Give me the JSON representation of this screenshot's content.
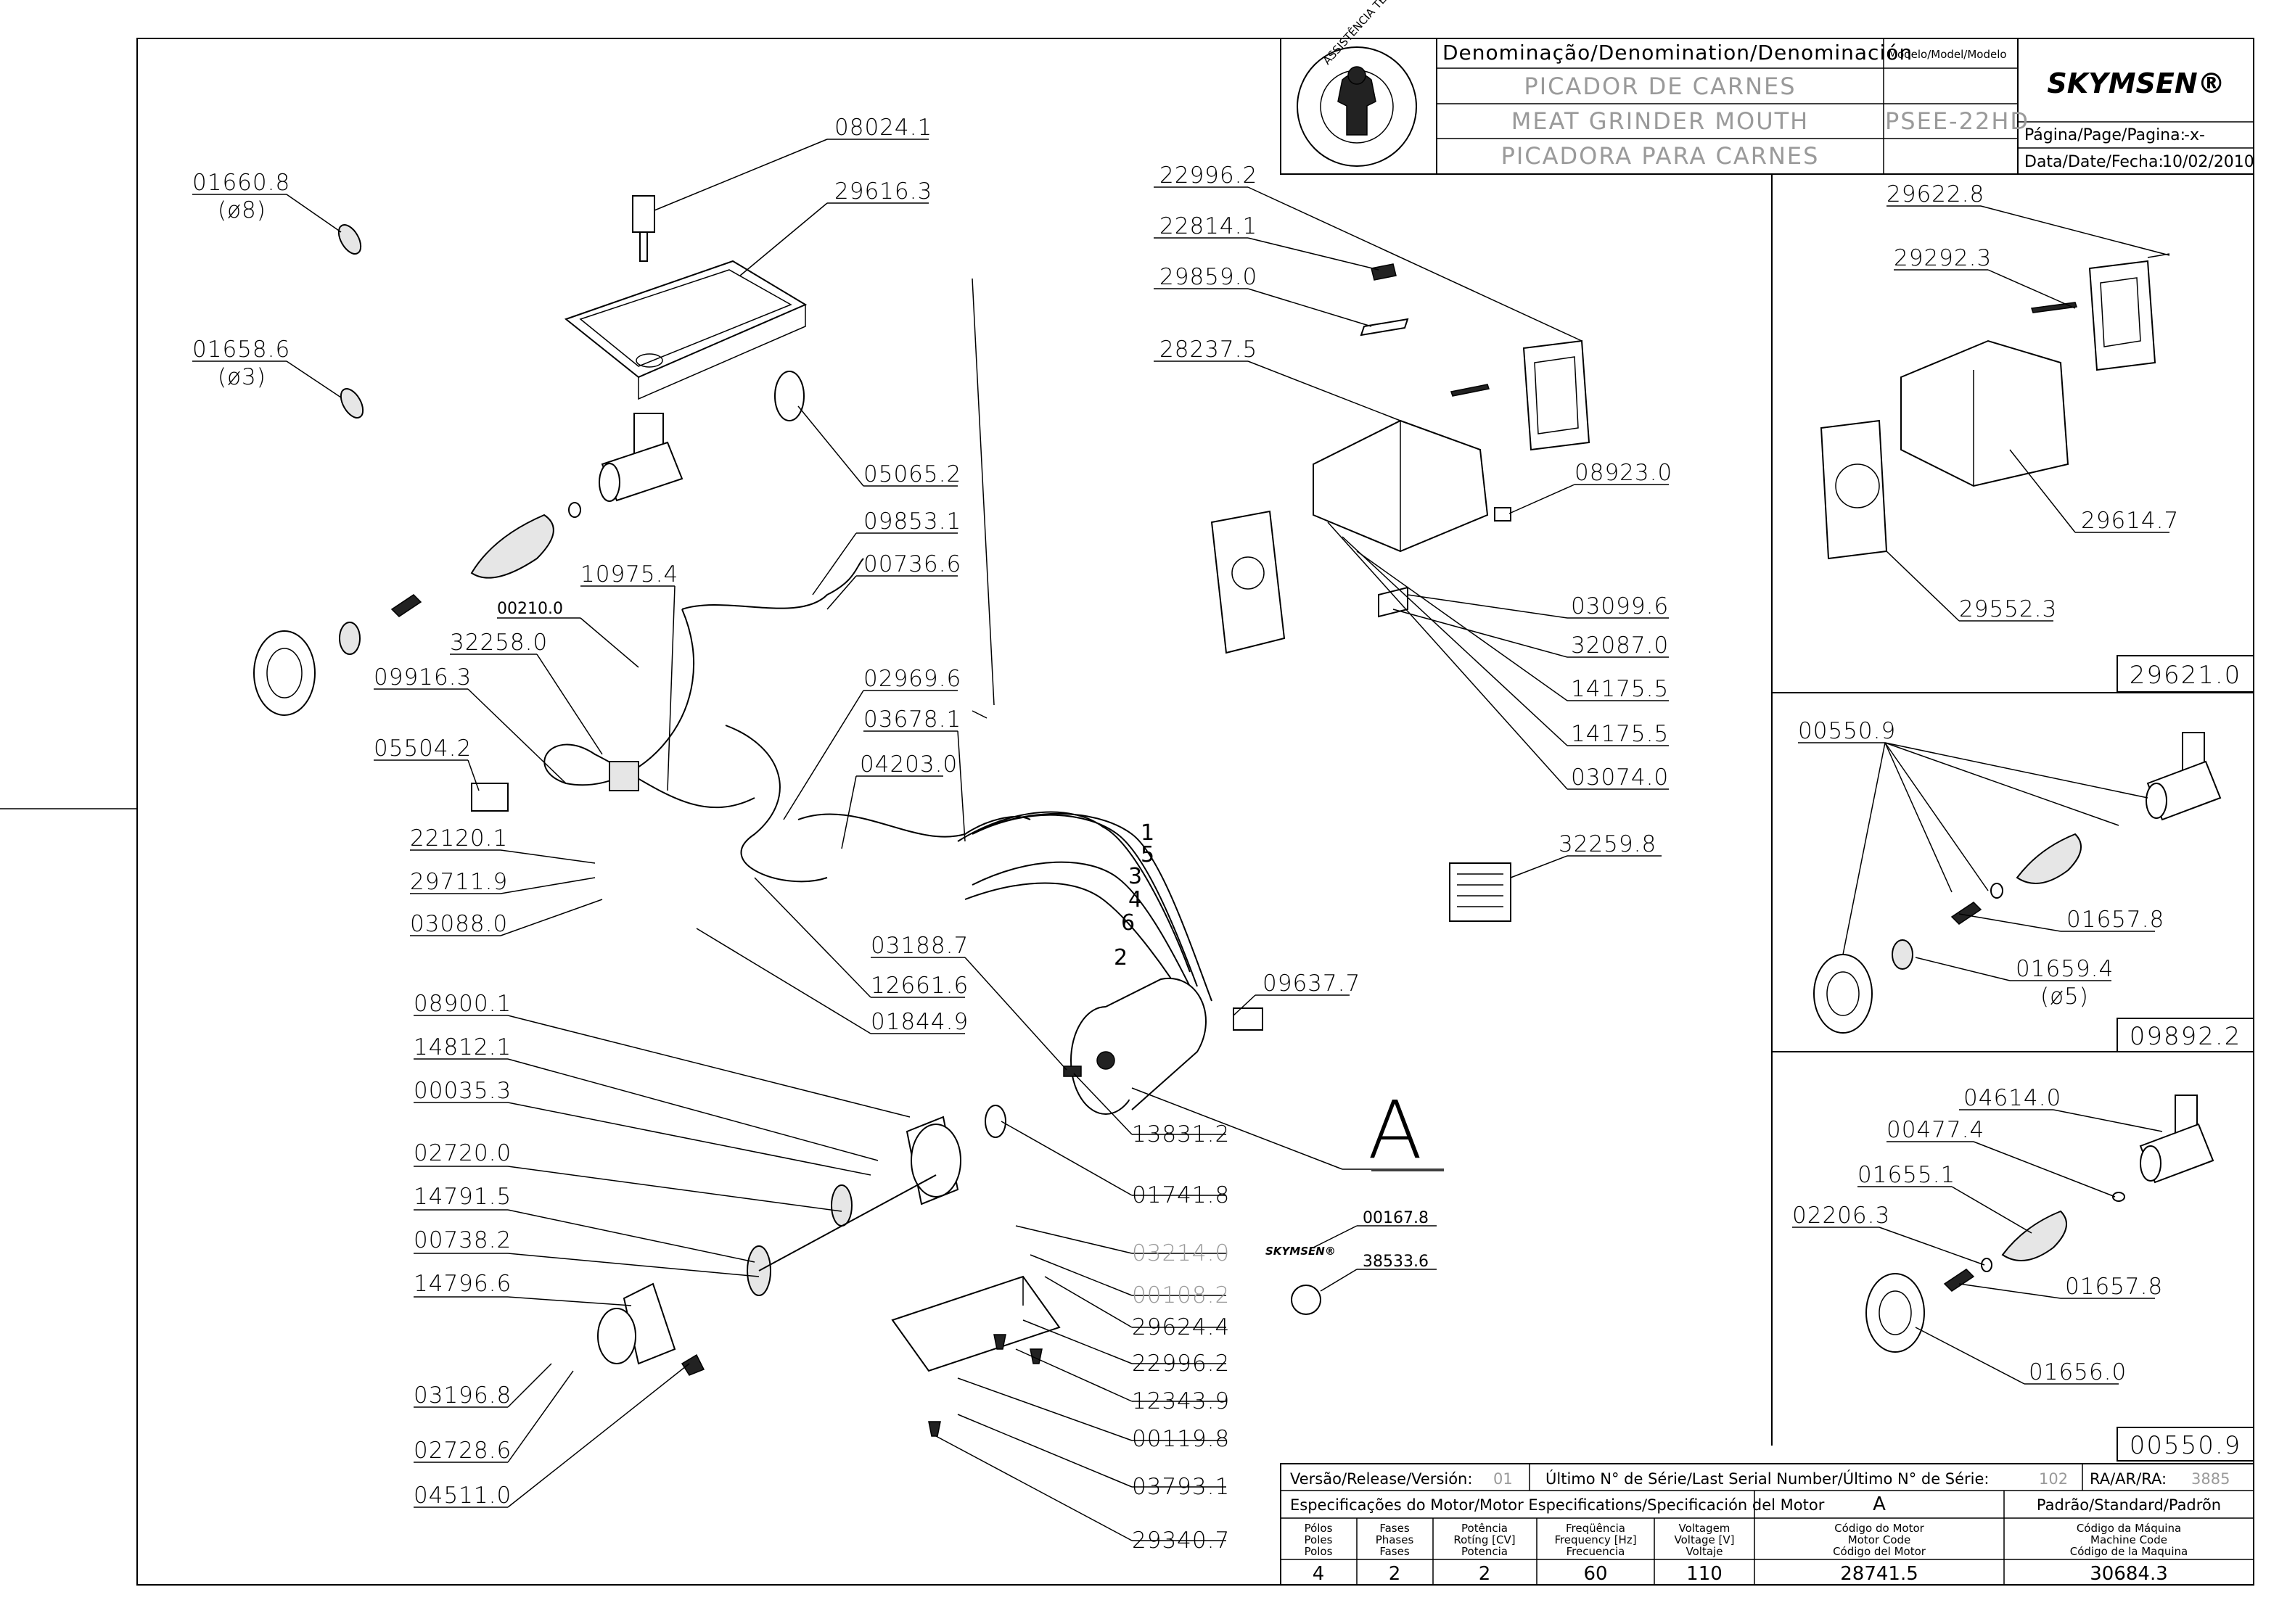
{
  "title_block": {
    "denomination_label": "Denominação/Denomination/Denominación",
    "model_label": "Modelo/Model/Modelo",
    "name_pt": "PICADOR DE CARNES",
    "name_en": "MEAT GRINDER MOUTH",
    "name_es": "PICADORA PARA CARNES",
    "model": "PSEE-22HD",
    "brand": "SKYMSEN®",
    "page_label": "Página/Page/Pagina:",
    "page_value": "-x-",
    "date_label": "Data/Date/Fecha:",
    "date_value": "10/02/2010",
    "seal_text": "ASSISTÊNCIA TÉCNICA AUTORIZADA"
  },
  "part_labels": {
    "p08024_1": "08024.1",
    "p29616_3": "29616.3",
    "p01660_8": "01660.8",
    "d8": "(ø8)",
    "p01658_6": "01658.6",
    "d3": "(ø3)",
    "p05065_2": "05065.2",
    "p09853_1": "09853.1",
    "p00736_6": "00736.6",
    "p10975_4": "10975.4",
    "p00210_0": "00210.0",
    "p32258_0": "32258.0",
    "p09916_3": "09916.3",
    "p02969_6": "02969.6",
    "p03678_1": "03678.1",
    "p05504_2": "05504.2",
    "p04203_0": "04203.0",
    "p22120_1": "22120.1",
    "p29711_9": "29711.9",
    "p03088_0": "03088.0",
    "p03188_7": "03188.7",
    "p12661_6": "12661.6",
    "p01844_9": "01844.9",
    "p08900_1": "08900.1",
    "p14812_1": "14812.1",
    "p00035_3": "00035.3",
    "p02720_0": "02720.0",
    "p14791_5": "14791.5",
    "p00738_2": "00738.2",
    "p14796_6": "14796.6",
    "p03196_8": "03196.8",
    "p02728_6": "02728.6",
    "p04511_0": "04511.0",
    "p09637_7": "09637.7",
    "p13831_2": "13831.2",
    "p01741_8": "01741.8",
    "p03214_0": "03214.0",
    "p00108_2": "00108.2",
    "p29624_4": "29624.4",
    "p22996_2b": "22996.2",
    "p12343_9": "12343.9",
    "p00119_8": "00119.8",
    "p03793_1": "03793.1",
    "p29340_7": "29340.7",
    "p00167_8": "00167.8",
    "p38533_6": "38533.6",
    "p22996_2": "22996.2",
    "p22814_1": "22814.1",
    "p29859_0": "29859.0",
    "p28237_5": "28237.5",
    "p08923_0": "08923.0",
    "p03099_6": "03099.6",
    "p32087_0": "32087.0",
    "p14175_5a": "14175.5",
    "p14175_5b": "14175.5",
    "p03074_0": "03074.0",
    "p32259_8": "32259.8",
    "detail_A": "A",
    "wire1": "1",
    "wire5": "5",
    "wire3": "3",
    "wire4": "4",
    "wire6": "6",
    "wire2": "2"
  },
  "side_panels": {
    "panel1": {
      "p29622_8": "29622.8",
      "p29292_3": "29292.3",
      "p29614_7": "29614.7",
      "p29552_3": "29552.3",
      "kit": "29621.0"
    },
    "panel2": {
      "p00550_9": "00550.9",
      "p01657_8": "01657.8",
      "p01659_4": "01659.4",
      "d5": "(ø5)",
      "kit": "09892.2"
    },
    "panel3": {
      "p04614_0": "04614.0",
      "p00477_4": "00477.4",
      "p01655_1": "01655.1",
      "p02206_3": "02206.3",
      "p01657_8": "01657.8",
      "p01656_0": "01656.0",
      "kit": "00550.9"
    }
  },
  "footer_table": {
    "version_label": "Versão/Release/Versión:",
    "version_value": "01",
    "serial_label": "Último N° de Série/Last Serial Number/Último N° de Série:",
    "serial_value": "102",
    "ra_label": "RA/AR/RA:",
    "ra_value": "3885",
    "motor_spec_label": "Especificações do Motor/Motor Especifications/Specificación del Motor",
    "motor_spec_code": "A",
    "standard_label": "Padrão/Standard/Padrõn",
    "columns": [
      {
        "h1": "Pólos",
        "h2": "Poles",
        "h3": "Polos",
        "value": "4"
      },
      {
        "h1": "Fases",
        "h2": "Phases",
        "h3": "Fases",
        "value": "2"
      },
      {
        "h1": "Potência",
        "h2": "Rotíng [CV]",
        "h3": "Potencia",
        "value": "2"
      },
      {
        "h1": "Freqüência",
        "h2": "Frequency [Hz]",
        "h3": "Frecuencia",
        "value": "60"
      },
      {
        "h1": "Voltagem",
        "h2": "Voltage [V]",
        "h3": "Voltaje",
        "value": "110"
      },
      {
        "h1": "Código do Motor",
        "h2": "Motor Code",
        "h3": "Código del Motor",
        "value": "28741.5"
      },
      {
        "h1": "Código da Máquina",
        "h2": "Machine Code",
        "h3": "Código de la Maquina",
        "value": "30684.3"
      }
    ]
  }
}
